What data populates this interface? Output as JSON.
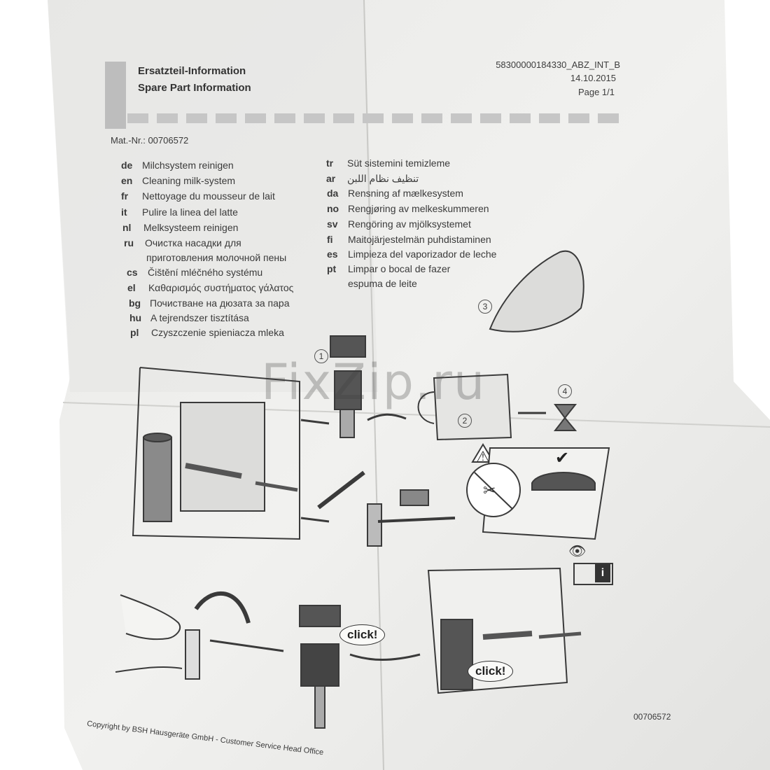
{
  "header": {
    "title_de": "Ersatzteil-Information",
    "title_en": "Spare Part Information",
    "doc_code": "58300000184330_ABZ_INT_B",
    "date": "14.10.2015",
    "page": "Page 1/1",
    "mat_nr": "Mat.-Nr.: 00706572"
  },
  "languages_left": [
    {
      "code": "de",
      "text": "Milchsystem reinigen"
    },
    {
      "code": "en",
      "text": "Cleaning milk-system"
    },
    {
      "code": "fr",
      "text": "Nettoyage du mousseur de lait"
    },
    {
      "code": "it",
      "text": "Pulire la linea del latte"
    },
    {
      "code": "nl",
      "text": "Melksysteem reinigen"
    },
    {
      "code": "ru",
      "text": "Очистка насадки для"
    },
    {
      "code": "",
      "text": "приготовления молочной пены"
    },
    {
      "code": "cs",
      "text": "Čištění mléčného systému"
    },
    {
      "code": "el",
      "text": "Καθαρισμός συστήματος γάλατος"
    },
    {
      "code": "bg",
      "text": "Почистване на дюзата за пара"
    },
    {
      "code": "hu",
      "text": "A tejrendszer tisztítása"
    },
    {
      "code": "pl",
      "text": "Czyszczenie spieniacza mleka"
    }
  ],
  "languages_right": [
    {
      "code": "tr",
      "text": "Süt sistemini temizleme"
    },
    {
      "code": "ar",
      "text": "تنظيف نظام اللبن"
    },
    {
      "code": "da",
      "text": "Rensning af mælkesystem"
    },
    {
      "code": "no",
      "text": "Rengjøring av melkeskummeren"
    },
    {
      "code": "sv",
      "text": "Rengöring av mjölksystemet"
    },
    {
      "code": "fi",
      "text": "Maitojärjestelmän puhdistaminen"
    },
    {
      "code": "es",
      "text": "Limpieza del vaporizador de leche"
    },
    {
      "code": "pt",
      "text": "Limpar o bocal de fazer"
    },
    {
      "code": "",
      "text": "espuma de leite"
    }
  ],
  "steps": [
    "1",
    "2",
    "3",
    "4"
  ],
  "callouts": {
    "click_1": "click!",
    "click_2": "click!"
  },
  "watermark": "FixZip.ru",
  "footer": {
    "part_number": "00706572",
    "copyright": "Copyright by BSH Hausgeräte GmbH - Customer Service Head Office"
  },
  "icons": [
    "warning-icon",
    "check-icon",
    "prohibited-tools-icon",
    "hourglass-icon",
    "eye-icon",
    "info-icon"
  ]
}
